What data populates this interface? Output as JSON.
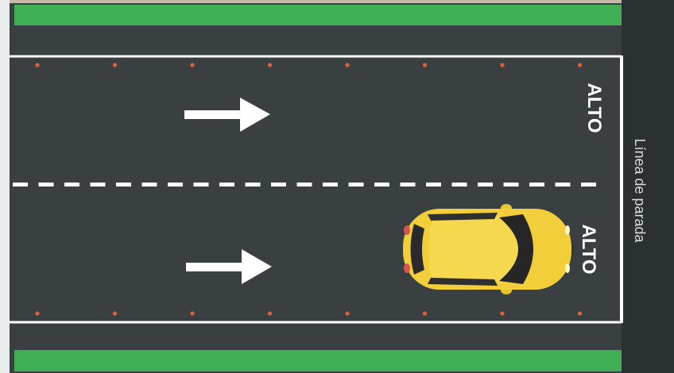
{
  "labels": {
    "stop_marking_top": "ALTO",
    "stop_marking_bottom": "ALTO",
    "stop_line_caption": "Línea de parada"
  },
  "colors": {
    "asphalt": "#3a3f41",
    "side_strip": "#2b3032",
    "shoulder_green": "#3fae55",
    "lane_marking": "#ffffff",
    "reflector": "#e0603a",
    "car_body": "#f2cf3a",
    "car_glass": "#2a2a2a"
  },
  "icons": {
    "arrow_top": "right-arrow-icon",
    "arrow_bottom": "right-arrow-icon",
    "vehicle": "car-icon"
  }
}
